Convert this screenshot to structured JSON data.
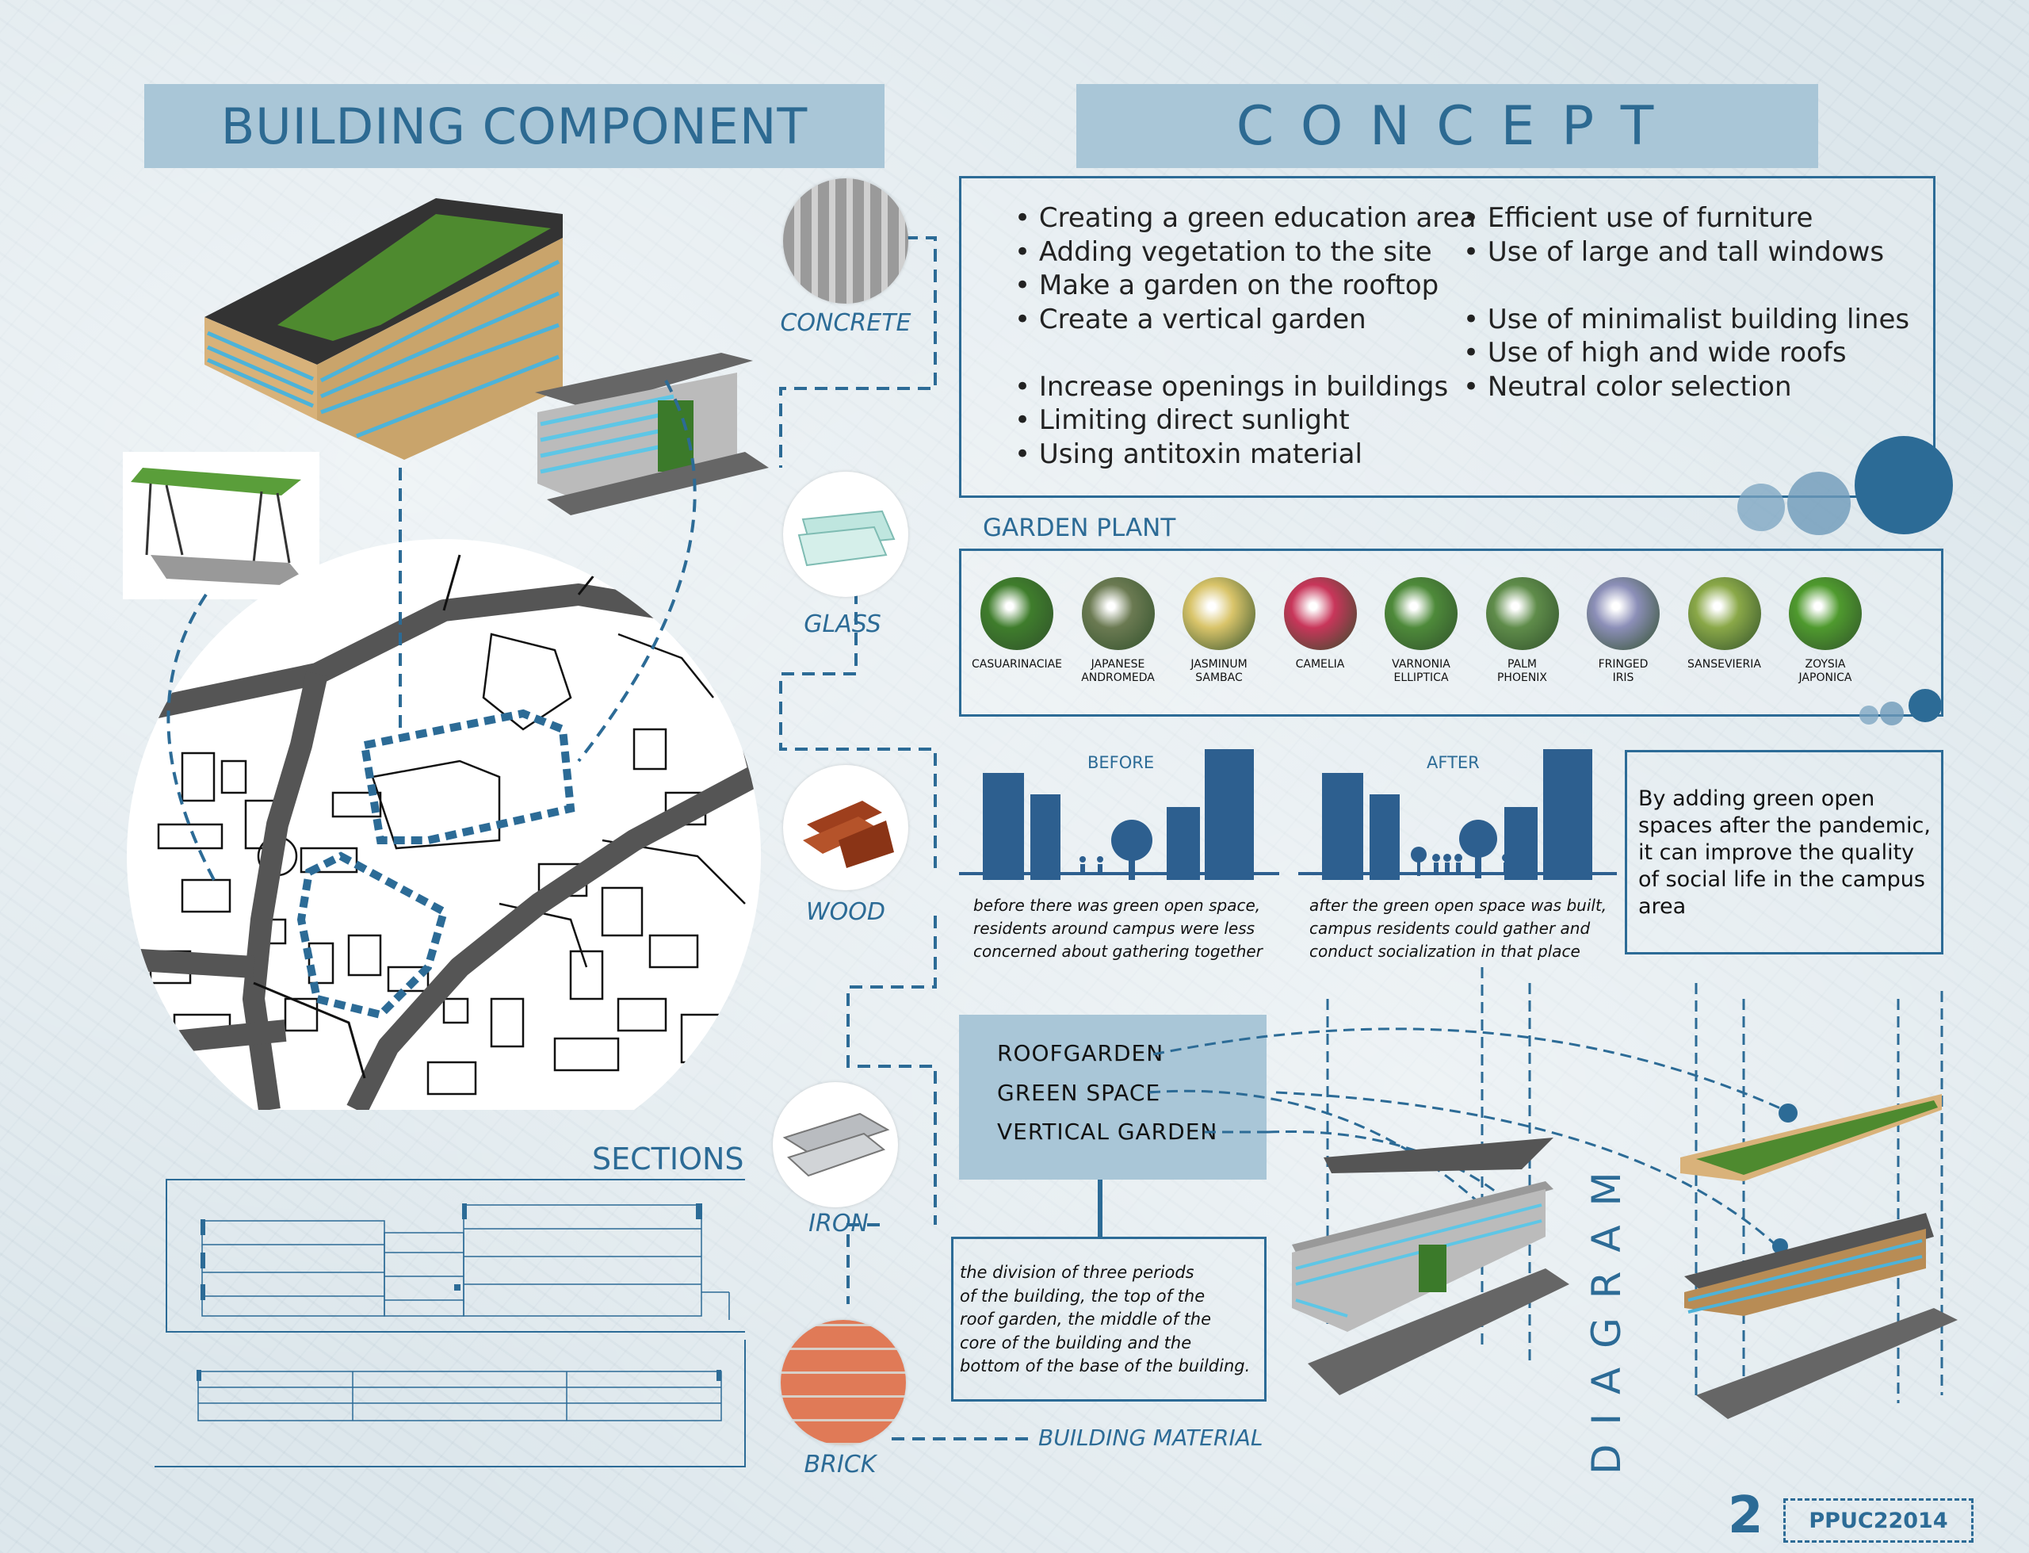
{
  "left": {
    "title": "BUILDING COMPONENT",
    "sections_title": "SECTIONS"
  },
  "concept": {
    "title": "C O N C E P T",
    "col1": [
      "• Creating a green education area",
      "• Adding vegetation to the site",
      "• Make a garden on the rooftop",
      "• Create a vertical garden",
      "",
      "• Increase openings in buildings",
      "• Limiting direct sunlight",
      "• Using antitoxin material"
    ],
    "col2": [
      "• Efficient use of furniture",
      "• Use of large and tall windows",
      "",
      "• Use of minimalist building lines",
      "• Use of high and wide roofs",
      "• Neutral color selection"
    ]
  },
  "garden": {
    "title": "GARDEN PLANT",
    "plants": [
      {
        "line1": "CASUARINACIAE",
        "line2": "",
        "color": "#3f7d2c"
      },
      {
        "line1": "JAPANESE",
        "line2": "ANDROMEDA",
        "color": "#6b7a52"
      },
      {
        "line1": "JASMINUM",
        "line2": "SAMBAC",
        "color": "#d9c46a"
      },
      {
        "line1": "CAMELIA",
        "line2": "",
        "color": "#c8365a"
      },
      {
        "line1": "VARNONIA",
        "line2": "ELLIPTICA",
        "color": "#4e8a3a"
      },
      {
        "line1": "PALM",
        "line2": "PHOENIX",
        "color": "#5f8c4a"
      },
      {
        "line1": "FRINGED",
        "line2": "IRIS",
        "color": "#8c8fb8"
      },
      {
        "line1": "SANSEVIERIA",
        "line2": "",
        "color": "#8aa848"
      },
      {
        "line1": "ZOYSIA",
        "line2": "JAPONICA",
        "color": "#4f9a2e"
      }
    ]
  },
  "materials": {
    "concrete": "CONCRETE",
    "glass": "GLASS",
    "wood": "WOOD",
    "iron": "IRON",
    "brick": "BRICK",
    "building_material": "BUILDING MATERIAL"
  },
  "before_after": {
    "before": "BEFORE",
    "after": "AFTER",
    "before_caption": [
      "before there was green open space,",
      "residents around campus were less",
      "concerned about gathering together"
    ],
    "after_caption": [
      "after the green open space was built,",
      "campus residents could gather and",
      "conduct socialization in that place"
    ],
    "box_text": [
      "By adding green open",
      "spaces after the pandemic,",
      "it can improve the quality",
      "of social life in the campus",
      "area"
    ]
  },
  "diagram": {
    "title": "D I A G R A M",
    "labels": [
      "ROOFGARDEN",
      "GREEN SPACE",
      "VERTICAL GARDEN"
    ],
    "description": [
      "the division of three periods",
      "of the building, the top of the",
      "roof garden, the middle of the",
      "core of the building and the",
      "bottom of the base of the building."
    ]
  },
  "footer": {
    "page_number": "2",
    "code": "PPUC22014"
  },
  "colors": {
    "accent": "#2c6b96",
    "title_box": "#a9c6d7",
    "bar": "#2d5f8f",
    "roof_green": "#4f8a32"
  }
}
